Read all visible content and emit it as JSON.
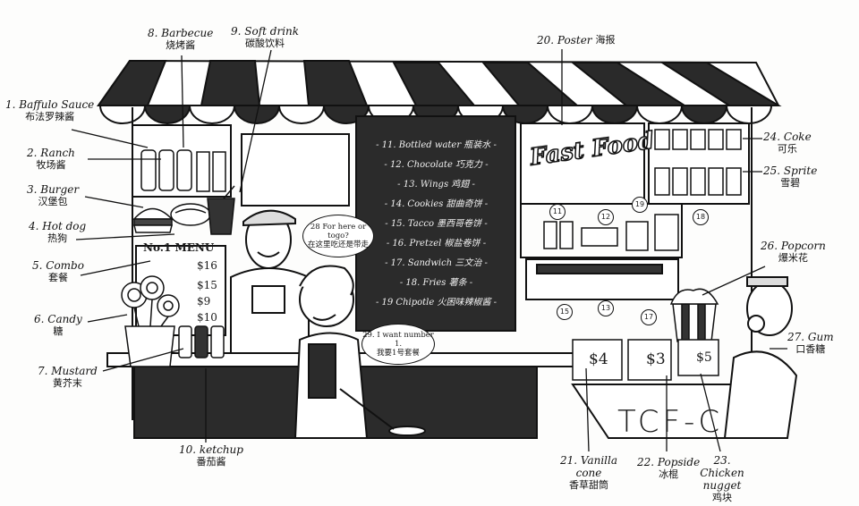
{
  "labels": [
    {
      "id": "1",
      "en": "1. Baffulo Sauce",
      "zh": "布法罗辣酱"
    },
    {
      "id": "2",
      "en": "2. Ranch",
      "zh": "牧场酱"
    },
    {
      "id": "3",
      "en": "3. Burger",
      "zh": "汉堡包"
    },
    {
      "id": "4",
      "en": "4. Hot dog",
      "zh": "热狗"
    },
    {
      "id": "5",
      "en": "5. Combo",
      "zh": "套餐"
    },
    {
      "id": "6",
      "en": "6. Candy",
      "zh": "糖"
    },
    {
      "id": "7",
      "en": "7. Mustard",
      "zh": "黄芥末"
    },
    {
      "id": "8",
      "en": "8. Barbecue",
      "zh": "烧烤酱"
    },
    {
      "id": "9",
      "en": "9. Soft drink",
      "zh": "碳酸饮料"
    },
    {
      "id": "10",
      "en": "10. ketchup",
      "zh": "番茄酱"
    },
    {
      "id": "20",
      "en": "20. Poster",
      "zh": "海报"
    },
    {
      "id": "21",
      "en": "21. Vanilla cone",
      "zh": "香草甜筒"
    },
    {
      "id": "22",
      "en": "22. Popside",
      "zh": "冰棍"
    },
    {
      "id": "23",
      "en": "23. Chicken nugget",
      "zh": "鸡块"
    },
    {
      "id": "24",
      "en": "24. Coke",
      "zh": "可乐"
    },
    {
      "id": "25",
      "en": "25. Sprite",
      "zh": "雪碧"
    },
    {
      "id": "26",
      "en": "26. Popcorn",
      "zh": "爆米花"
    },
    {
      "id": "27",
      "en": "27. Gum",
      "zh": "口香糖"
    }
  ],
  "chalkboard": [
    "- 11. Bottled water 瓶装水 -",
    "- 12. Chocolate 巧克力 -",
    "- 13. Wings 鸡翅 -",
    "- 14. Cookies 甜曲奇饼 -",
    "- 15. Tacco 墨西哥卷饼 -",
    "- 16. Pretzel 椒盐卷饼 -",
    "- 17. Sandwich 三文治 -",
    "- 18. Fries 薯条 -",
    "- 19 Chipotle 火困味辣椒酱 -"
  ],
  "bubbles": {
    "b28": {
      "en": "28 For here or togo?",
      "zh": "在这里吃还是带走"
    },
    "b29": {
      "en": "29. I want number 1.",
      "zh": "我要1号套餐"
    }
  },
  "menu_board": {
    "title": "No.1 MENU",
    "prices": [
      "$16",
      "$15",
      "$9",
      "$10"
    ]
  },
  "price_tags": [
    "$4",
    "$3",
    "$5"
  ],
  "shelf_numbers": [
    "11",
    "12",
    "19",
    "18",
    "15",
    "13",
    "17"
  ],
  "poster_text": "Fast Food",
  "store_sign": "TCF-C"
}
